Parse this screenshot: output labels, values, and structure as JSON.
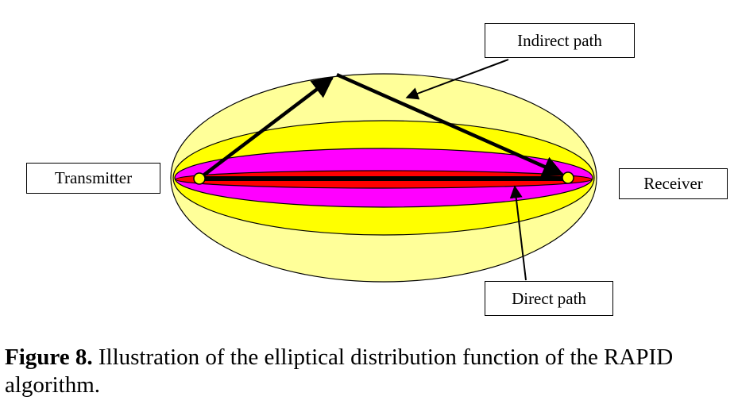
{
  "labels": {
    "transmitter": "Transmitter",
    "receiver": "Receiver",
    "indirect_path": "Indirect path",
    "direct_path": "Direct path"
  },
  "caption": {
    "figure_number": "Figure 8.",
    "text": " Illustration of the elliptical distribution function of the RAPID algorithm."
  },
  "colors": {
    "outer_ellipse": "#ffff99",
    "middle_ellipse": "#ffff00",
    "inner_ellipse": "#ff00ff",
    "core_ellipse": "#ff0000",
    "node_fill": "#ffff00"
  }
}
